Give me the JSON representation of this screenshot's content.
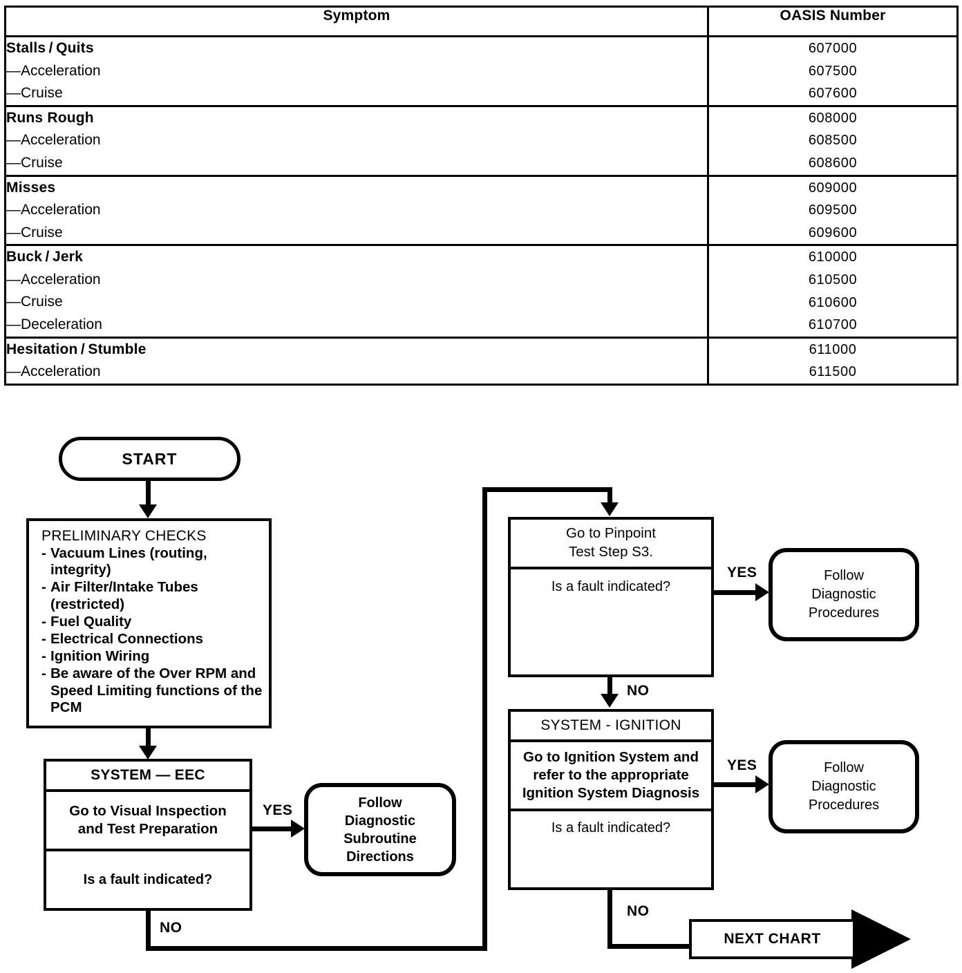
{
  "table": {
    "headers": [
      "Symptom",
      "OASIS Number"
    ],
    "rows": [
      {
        "symptom_head": "Stalls / Quits",
        "symptom_subs": [
          "—Acceleration",
          "—Cruise"
        ],
        "oasis": [
          "607000",
          "607500",
          "607600"
        ]
      },
      {
        "symptom_head": "Runs Rough",
        "symptom_subs": [
          "—Acceleration",
          "—Cruise"
        ],
        "oasis": [
          "608000",
          "608500",
          "608600"
        ]
      },
      {
        "symptom_head": "Misses",
        "symptom_subs": [
          "—Acceleration",
          "—Cruise"
        ],
        "oasis": [
          "609000",
          "609500",
          "609600"
        ]
      },
      {
        "symptom_head": "Buck / Jerk",
        "symptom_subs": [
          "—Acceleration",
          "—Cruise",
          "—Deceleration"
        ],
        "oasis": [
          "610000",
          "610500",
          "610600",
          "610700"
        ]
      },
      {
        "symptom_head": "Hesitation / Stumble",
        "symptom_subs": [
          "—Acceleration"
        ],
        "oasis": [
          "611000",
          "611500"
        ]
      }
    ]
  },
  "flow": {
    "start": "START",
    "preliminary": {
      "title": "PRELIMINARY CHECKS",
      "bullets": [
        "Vacuum Lines (routing,\nintegrity)",
        "Air Filter/Intake Tubes\n(restricted)",
        "Fuel Quality",
        "Electrical Connections",
        "Ignition Wiring",
        "Be aware of the Over RPM and\nSpeed Limiting functions of the\nPCM"
      ],
      "dash": "-"
    },
    "eec": {
      "header": "SYSTEM — EEC",
      "action": "Go to Visual Inspection\nand Test Preparation",
      "question": "Is a fault indicated?",
      "yes_label": "YES",
      "no_label": "NO",
      "outcome": "Follow\nDiagnostic\nSubroutine\nDirections"
    },
    "pinpoint": {
      "action": "Go to  Pinpoint\nTest Step S3.",
      "question": "Is a fault indicated?",
      "yes_label": "YES",
      "no_label": "NO",
      "outcome": "Follow\nDiagnostic\nProcedures"
    },
    "ignition": {
      "header": "SYSTEM - IGNITION",
      "action": "Go to Ignition System and\nrefer to the appropriate\nIgnition System Diagnosis",
      "question": "Is a fault indicated?",
      "yes_label": "YES",
      "no_label": "NO",
      "outcome": "Follow\nDiagnostic\nProcedures"
    },
    "next_chart": "NEXT CHART"
  }
}
